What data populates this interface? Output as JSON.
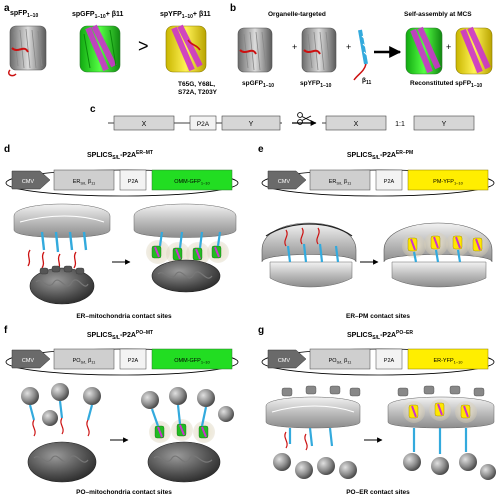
{
  "panel_labels": {
    "a": "a",
    "b": "b",
    "c": "c",
    "d": "d",
    "e": "e",
    "f": "f",
    "g": "g"
  },
  "panel_a": {
    "spfp": "spFP",
    "spfp_sub": "1–10",
    "gfp": "spGFP",
    "gfp_sub": "1–10",
    "gfp_plus": "+ β11",
    "yfp": "spYFP",
    "yfp_sub": "1–10",
    "yfp_plus": "+ β11",
    "mutations_1": "T65G, Y68L,",
    "mutations_2": "S72A, T203Y"
  },
  "panel_b": {
    "header_left": "Organelle-targeted",
    "header_right": "Self-assembly at MCS",
    "gfp": "spGFP",
    "gfp_sub": "1–10",
    "yfp": "spYFP",
    "yfp_sub": "1–10",
    "beta": "β",
    "beta_sub": "11",
    "plus1": "+",
    "plus2": "+",
    "plus3": "+",
    "reconstituted": "Reconstituted spFP",
    "reconstituted_sub": "1–10"
  },
  "panel_c": {
    "x": "X",
    "p2a": "P2A",
    "y": "Y",
    "x2": "X",
    "ratio": "1:1",
    "y2": "Y"
  },
  "panel_d": {
    "title": "SPLICS",
    "title_sub": "S/L",
    "title_rest": "-P2A",
    "title_sup": "ER–MT",
    "cmv": "CMV",
    "box1": "ER",
    "box1_sub": "S/L",
    "box1_beta": " β",
    "box1_beta_sub": "11",
    "p2a": "P2A",
    "box3": "OMM-GFP",
    "box3_sub": "1–10",
    "caption": "ER–mitochondria contact sites"
  },
  "panel_e": {
    "title": "SPLICS",
    "title_sub": "S/L",
    "title_rest": "-P2A",
    "title_sup": "ER–PM",
    "cmv": "CMV",
    "box1": "ER",
    "box1_sub": "S/L",
    "box1_beta": " β",
    "box1_beta_sub": "11",
    "p2a": "P2A",
    "box3": "PM-YFP",
    "box3_sub": "1–10",
    "caption": "ER–PM contact sites"
  },
  "panel_f": {
    "title": "SPLICS",
    "title_sub": "S/L",
    "title_rest": "-P2A",
    "title_sup": "PO–MT",
    "cmv": "CMV",
    "box1": "PO",
    "box1_sub": "S/L",
    "box1_beta": " β",
    "box1_beta_sub": "11",
    "p2a": "P2A",
    "box3": "OMM-GFP",
    "box3_sub": "1–10",
    "caption": "PO–mitochondria contact sites"
  },
  "panel_g": {
    "title": "SPLICS",
    "title_sub": "S/L",
    "title_rest": "-P2A",
    "title_sup": "PO–ER",
    "cmv": "CMV",
    "box1": "PO",
    "box1_sub": "S/L",
    "box1_beta": " β",
    "box1_beta_sub": "11",
    "p2a": "P2A",
    "box3": "ER-YFP",
    "box3_sub": "1–10",
    "caption": "PO–ER contact sites"
  },
  "colors": {
    "gfp_green": "#22dd22",
    "yfp_yellow": "#ffee00",
    "magenta": "#cc33cc",
    "beta_blue": "#33aadd",
    "red_strand": "#cc1111",
    "gray_box": "#cccccc",
    "dark_arrow": "#666666"
  }
}
